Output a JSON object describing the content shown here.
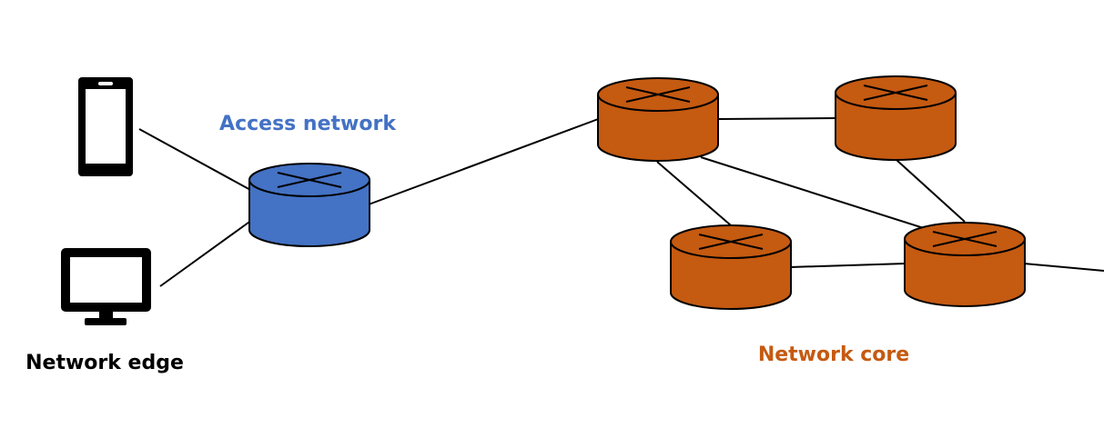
{
  "labels": {
    "access_network": "Access network",
    "network_edge": "Network edge",
    "network_core": "Network core"
  },
  "colors": {
    "access_router": "#4472C4",
    "core_router": "#C55A11",
    "access_label": "#4472C4",
    "core_label": "#C55A11",
    "edge_label": "#000000",
    "stroke": "#000000"
  },
  "icons": {
    "phone": "smartphone-icon",
    "monitor": "monitor-icon",
    "router": "router-icon"
  }
}
